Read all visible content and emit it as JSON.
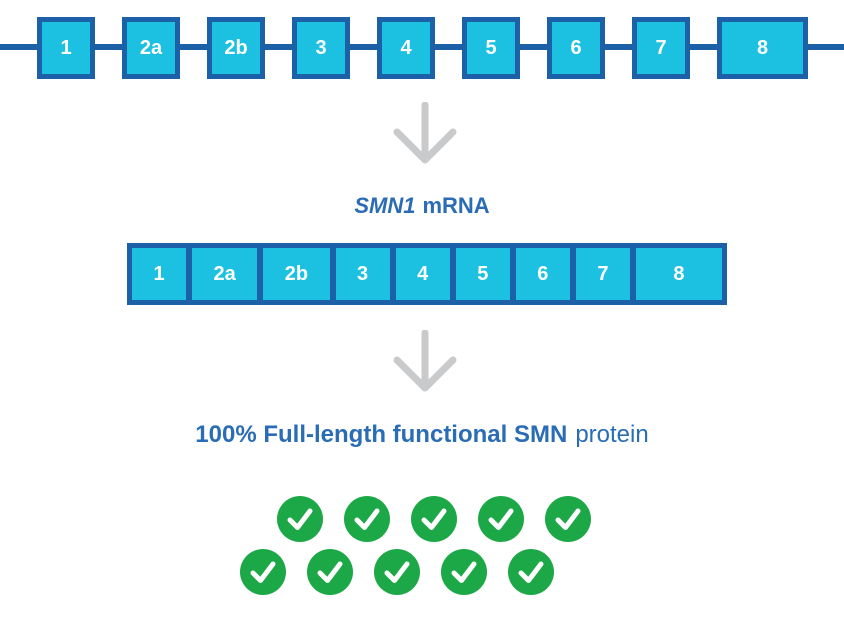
{
  "colors": {
    "cyan": "#1CC1E2",
    "blue": "#1C61A8",
    "text-blue": "#2A6CB5",
    "arrow-gray": "#C9CACB",
    "green": "#1CA846"
  },
  "gene": {
    "exons": [
      "1",
      "2a",
      "2b",
      "3",
      "4",
      "5",
      "6",
      "7",
      "8"
    ]
  },
  "mrna": {
    "title_gene": "SMN1",
    "title_suffix": "mRNA",
    "exons": [
      "1",
      "2a",
      "2b",
      "3",
      "4",
      "5",
      "6",
      "7",
      "8"
    ]
  },
  "protein": {
    "label_main": "100% Full-length functional SMN",
    "label_light": "protein",
    "check_rows": [
      5,
      5
    ]
  }
}
